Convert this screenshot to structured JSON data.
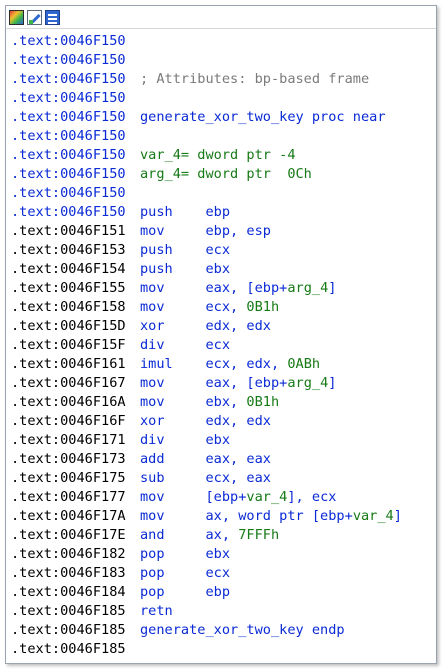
{
  "toolbar": {
    "icons": [
      "color-graph-icon",
      "edit-pen-icon",
      "listing-view-icon"
    ]
  },
  "lines": [
    {
      "addr": ".text:0046F150",
      "addr_style": "blue",
      "parts": []
    },
    {
      "addr": ".text:0046F150",
      "addr_style": "blue",
      "parts": []
    },
    {
      "addr": ".text:0046F150",
      "addr_style": "blue",
      "parts": [
        {
          "t": "; Attributes: bp-based frame",
          "c": "comment"
        }
      ]
    },
    {
      "addr": ".text:0046F150",
      "addr_style": "blue",
      "parts": []
    },
    {
      "addr": ".text:0046F150",
      "addr_style": "blue",
      "parts": [
        {
          "t": "generate_xor_two_key proc near",
          "c": "blue"
        }
      ]
    },
    {
      "addr": ".text:0046F150",
      "addr_style": "blue",
      "parts": []
    },
    {
      "addr": ".text:0046F150",
      "addr_style": "blue",
      "parts": [
        {
          "t": "var_4= dword ptr -4",
          "c": "green"
        }
      ]
    },
    {
      "addr": ".text:0046F150",
      "addr_style": "blue",
      "parts": [
        {
          "t": "arg_4= dword ptr  0Ch",
          "c": "green"
        }
      ]
    },
    {
      "addr": ".text:0046F150",
      "addr_style": "blue",
      "parts": []
    },
    {
      "addr": ".text:0046F150",
      "addr_style": "blue",
      "parts": [
        {
          "t": "push    ",
          "c": "blue"
        },
        {
          "t": "ebp",
          "c": "blue"
        }
      ]
    },
    {
      "addr": ".text:0046F151",
      "addr_style": "black",
      "parts": [
        {
          "t": "mov     ",
          "c": "blue"
        },
        {
          "t": "ebp, esp",
          "c": "blue"
        }
      ]
    },
    {
      "addr": ".text:0046F153",
      "addr_style": "black",
      "parts": [
        {
          "t": "push    ",
          "c": "blue"
        },
        {
          "t": "ecx",
          "c": "blue"
        }
      ]
    },
    {
      "addr": ".text:0046F154",
      "addr_style": "black",
      "parts": [
        {
          "t": "push    ",
          "c": "blue"
        },
        {
          "t": "ebx",
          "c": "blue"
        }
      ]
    },
    {
      "addr": ".text:0046F155",
      "addr_style": "black",
      "parts": [
        {
          "t": "mov     ",
          "c": "blue"
        },
        {
          "t": "eax, [ebp+",
          "c": "blue"
        },
        {
          "t": "arg_4",
          "c": "green"
        },
        {
          "t": "]",
          "c": "blue"
        }
      ]
    },
    {
      "addr": ".text:0046F158",
      "addr_style": "black",
      "parts": [
        {
          "t": "mov     ",
          "c": "blue"
        },
        {
          "t": "ecx, ",
          "c": "blue"
        },
        {
          "t": "0B1h",
          "c": "green"
        }
      ]
    },
    {
      "addr": ".text:0046F15D",
      "addr_style": "black",
      "parts": [
        {
          "t": "xor     ",
          "c": "blue"
        },
        {
          "t": "edx, edx",
          "c": "blue"
        }
      ]
    },
    {
      "addr": ".text:0046F15F",
      "addr_style": "black",
      "parts": [
        {
          "t": "div     ",
          "c": "blue"
        },
        {
          "t": "ecx",
          "c": "blue"
        }
      ]
    },
    {
      "addr": ".text:0046F161",
      "addr_style": "black",
      "parts": [
        {
          "t": "imul    ",
          "c": "blue"
        },
        {
          "t": "ecx, edx, ",
          "c": "blue"
        },
        {
          "t": "0ABh",
          "c": "green"
        }
      ]
    },
    {
      "addr": ".text:0046F167",
      "addr_style": "black",
      "parts": [
        {
          "t": "mov     ",
          "c": "blue"
        },
        {
          "t": "eax, [ebp+",
          "c": "blue"
        },
        {
          "t": "arg_4",
          "c": "green"
        },
        {
          "t": "]",
          "c": "blue"
        }
      ]
    },
    {
      "addr": ".text:0046F16A",
      "addr_style": "black",
      "parts": [
        {
          "t": "mov     ",
          "c": "blue"
        },
        {
          "t": "ebx, ",
          "c": "blue"
        },
        {
          "t": "0B1h",
          "c": "green"
        }
      ]
    },
    {
      "addr": ".text:0046F16F",
      "addr_style": "black",
      "parts": [
        {
          "t": "xor     ",
          "c": "blue"
        },
        {
          "t": "edx, edx",
          "c": "blue"
        }
      ]
    },
    {
      "addr": ".text:0046F171",
      "addr_style": "black",
      "parts": [
        {
          "t": "div     ",
          "c": "blue"
        },
        {
          "t": "ebx",
          "c": "blue"
        }
      ]
    },
    {
      "addr": ".text:0046F173",
      "addr_style": "black",
      "parts": [
        {
          "t": "add     ",
          "c": "blue"
        },
        {
          "t": "eax, eax",
          "c": "blue"
        }
      ]
    },
    {
      "addr": ".text:0046F175",
      "addr_style": "black",
      "parts": [
        {
          "t": "sub     ",
          "c": "blue"
        },
        {
          "t": "ecx, eax",
          "c": "blue"
        }
      ]
    },
    {
      "addr": ".text:0046F177",
      "addr_style": "black",
      "parts": [
        {
          "t": "mov     ",
          "c": "blue"
        },
        {
          "t": "[ebp+",
          "c": "blue"
        },
        {
          "t": "var_4",
          "c": "green"
        },
        {
          "t": "], ecx",
          "c": "blue"
        }
      ]
    },
    {
      "addr": ".text:0046F17A",
      "addr_style": "black",
      "parts": [
        {
          "t": "mov     ",
          "c": "blue"
        },
        {
          "t": "ax, word ptr [ebp+",
          "c": "blue"
        },
        {
          "t": "var_4",
          "c": "green"
        },
        {
          "t": "]",
          "c": "blue"
        }
      ]
    },
    {
      "addr": ".text:0046F17E",
      "addr_style": "black",
      "parts": [
        {
          "t": "and     ",
          "c": "blue"
        },
        {
          "t": "ax, ",
          "c": "blue"
        },
        {
          "t": "7FFFh",
          "c": "green"
        }
      ]
    },
    {
      "addr": ".text:0046F182",
      "addr_style": "black",
      "parts": [
        {
          "t": "pop     ",
          "c": "blue"
        },
        {
          "t": "ebx",
          "c": "blue"
        }
      ]
    },
    {
      "addr": ".text:0046F183",
      "addr_style": "black",
      "parts": [
        {
          "t": "pop     ",
          "c": "blue"
        },
        {
          "t": "ecx",
          "c": "blue"
        }
      ]
    },
    {
      "addr": ".text:0046F184",
      "addr_style": "black",
      "parts": [
        {
          "t": "pop     ",
          "c": "blue"
        },
        {
          "t": "ebp",
          "c": "blue"
        }
      ]
    },
    {
      "addr": ".text:0046F185",
      "addr_style": "black",
      "parts": [
        {
          "t": "retn",
          "c": "blue"
        }
      ]
    },
    {
      "addr": ".text:0046F185",
      "addr_style": "black",
      "parts": [
        {
          "t": "generate_xor_two_key endp",
          "c": "blue"
        }
      ]
    },
    {
      "addr": ".text:0046F185",
      "addr_style": "black",
      "parts": []
    }
  ]
}
